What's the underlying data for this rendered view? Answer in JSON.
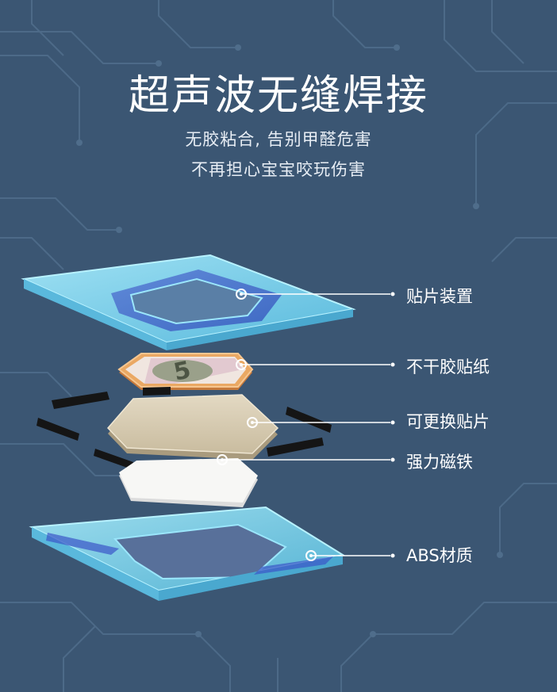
{
  "header": {
    "title": "超声波无缝焊接",
    "subtitle_line1": "无胶粘合, 告别甲醛危害",
    "subtitle_line2": "不再担心宝宝咬玩伤害"
  },
  "callouts": [
    "贴片装置",
    "不干胶贴纸",
    "可更换贴片",
    "强力磁铁",
    "ABS材质"
  ],
  "sticker_number": "5",
  "colors": {
    "background": "#3b5673",
    "circuit_lines": "#4f6b88",
    "frame_blue": "#7fd6f0",
    "frame_inner": "#5a8fd4",
    "sticker_orange": "#e9a05c",
    "tile_beige": "#d9cdb3",
    "magnet_black": "#151515",
    "text": "#ffffff"
  }
}
